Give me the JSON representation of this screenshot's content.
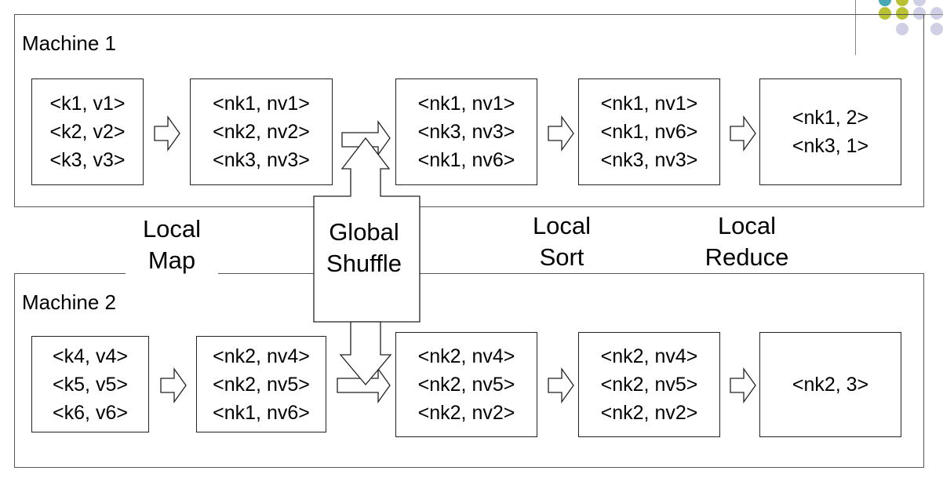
{
  "machines": [
    {
      "label": "Machine 1",
      "input": [
        "<k1, v1>",
        "<k2, v2>",
        "<k3, v3>"
      ],
      "mapped": [
        "<nk1, nv1>",
        "<nk2, nv2>",
        "<nk3, nv3>"
      ],
      "shuffled": [
        "<nk1, nv1>",
        "<nk3, nv3>",
        "<nk1, nv6>"
      ],
      "sorted": [
        "<nk1, nv1>",
        "<nk1, nv6>",
        "<nk3, nv3>"
      ],
      "reduced": [
        "<nk1, 2>",
        "<nk3, 1>"
      ]
    },
    {
      "label": "Machine 2",
      "input": [
        "<k4, v4>",
        "<k5, v5>",
        "<k6, v6>"
      ],
      "mapped": [
        "<nk2, nv4>",
        "<nk2, nv5>",
        "<nk1, nv6>"
      ],
      "shuffled": [
        "<nk2, nv4>",
        "<nk2, nv5>",
        "<nk2, nv2>"
      ],
      "sorted": [
        "<nk2, nv4>",
        "<nk2, nv5>",
        "<nk2, nv2>"
      ],
      "reduced": [
        "<nk2, 3>"
      ]
    }
  ],
  "stages": {
    "map": [
      "Local",
      "Map"
    ],
    "shuffle": [
      "Global",
      "Shuffle"
    ],
    "sort": [
      "Local",
      "Sort"
    ],
    "reduce": [
      "Local",
      "Reduce"
    ]
  },
  "colors": {
    "border": "#222222",
    "frame": "#555555",
    "accent_teal": "#4aa6b5",
    "accent_olive": "#b8c233",
    "accent_lilac": "#cfd0e6"
  }
}
